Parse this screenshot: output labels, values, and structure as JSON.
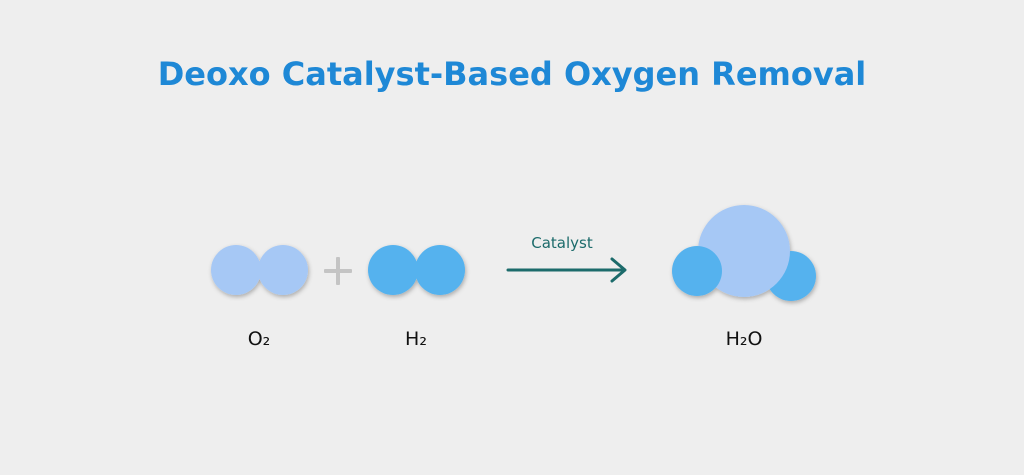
{
  "title": "Deoxo Catalyst-Based Oxygen Removal",
  "reaction": {
    "reactant_1": "O₂",
    "plus_sign": "+",
    "reactant_2": "H₂",
    "arrow_label": "Catalyst",
    "product": "H₂O"
  },
  "colors": {
    "title": "#1e88d6",
    "oxygen_atom": "#a6c8f5",
    "hydrogen_atom": "#55b2ee",
    "plus": "#c4c4c4",
    "arrow": "#1c6b6b",
    "background": "#eeeeee"
  }
}
